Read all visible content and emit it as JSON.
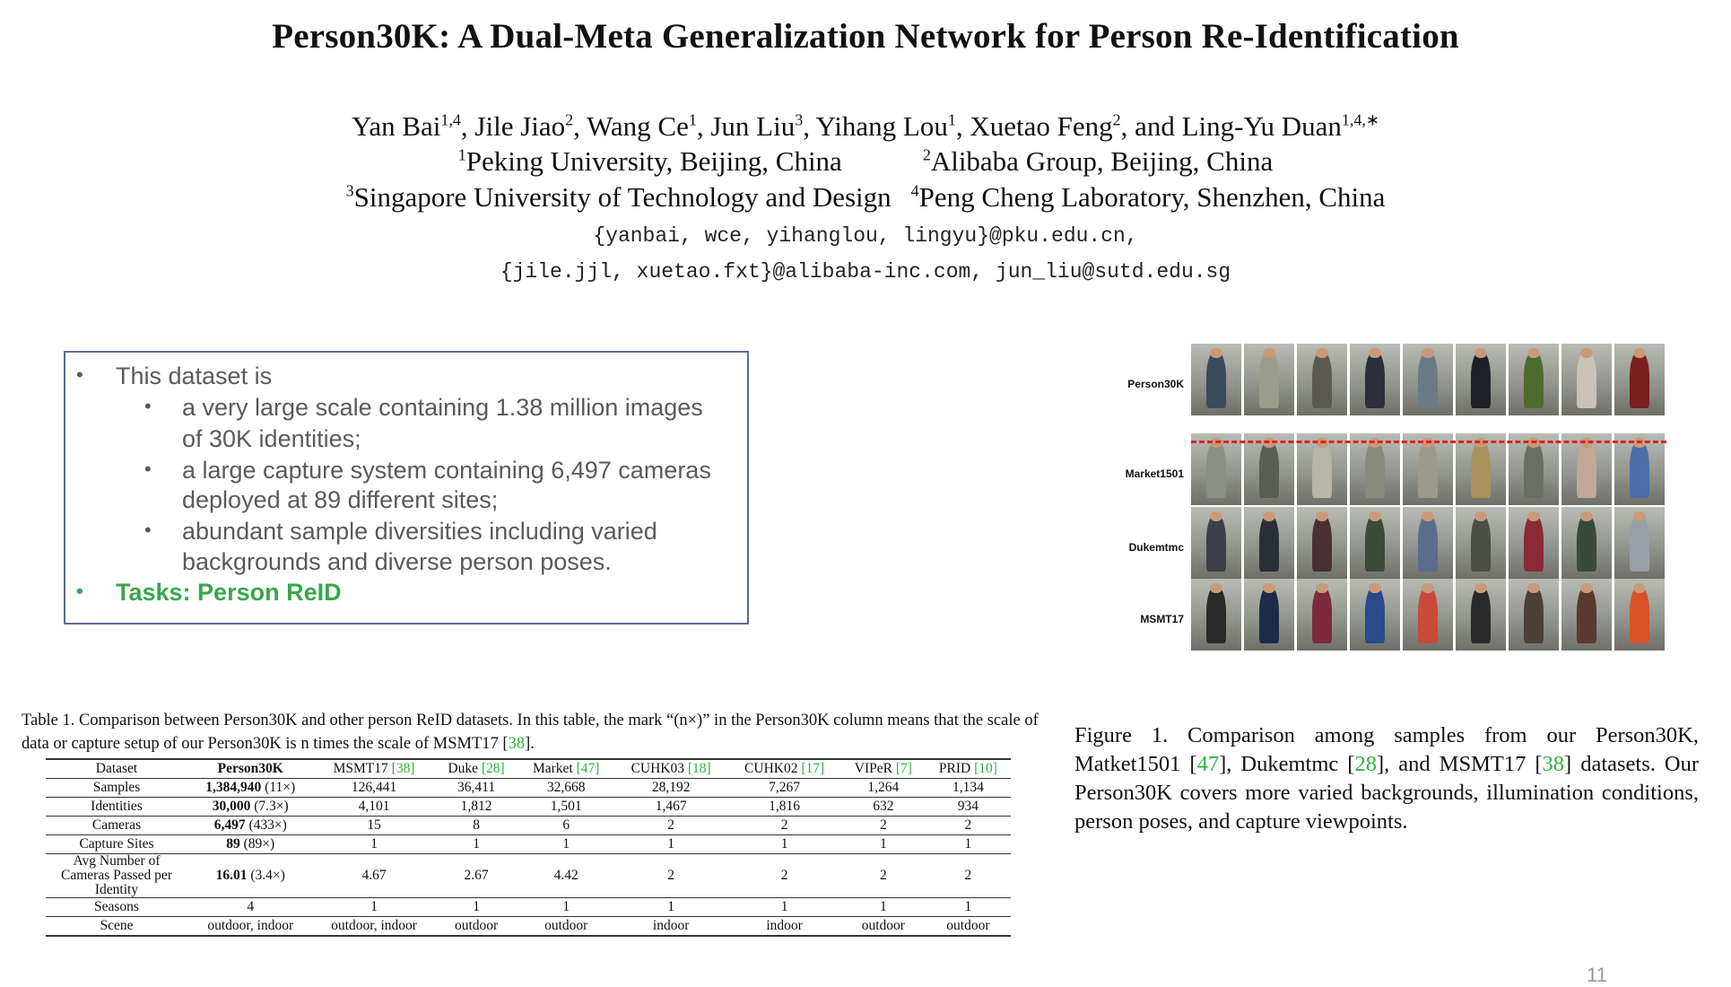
{
  "title": "Person30K: A Dual-Meta Generalization Network for Person Re-Identification",
  "authors": [
    {
      "name": "Yan Bai",
      "sup": "1,4"
    },
    {
      "name": "Jile Jiao",
      "sup": "2"
    },
    {
      "name": "Wang Ce",
      "sup": "1"
    },
    {
      "name": "Jun Liu",
      "sup": "3"
    },
    {
      "name": "Yihang Lou",
      "sup": "1"
    },
    {
      "name": "Xuetao Feng",
      "sup": "2"
    },
    {
      "name": "and Ling-Yu Duan",
      "sup": "1,4,∗"
    }
  ],
  "affiliations": {
    "a1": {
      "sup": "1",
      "text": "Peking University, Beijing, China"
    },
    "a2": {
      "sup": "2",
      "text": "Alibaba Group, Beijing, China"
    },
    "a3": {
      "sup": "3",
      "text": "Singapore University of Technology and Design"
    },
    "a4": {
      "sup": "4",
      "text": "Peng Cheng Laboratory, Shenzhen, China"
    }
  },
  "emails": {
    "line1": "{yanbai, wce, yihanglou, lingyu}@pku.edu.cn,",
    "line2": "{jile.jjl, xuetao.fxt}@alibaba-inc.com, jun_liu@sutd.edu.sg"
  },
  "bullets": {
    "intro": "This dataset is",
    "b1_line1": "a very large scale containing 1.38 million images",
    "b1_line2": "of 30K identities;",
    "b2_line1": "a large capture system containing 6,497 cameras",
    "b2_line2": "deployed at 89 different sites;",
    "b3_line1": "abundant sample diversities including varied",
    "b3_line2": "backgrounds and diverse person poses.",
    "tasks": "Tasks: Person ReID",
    "marker": "•"
  },
  "figure": {
    "rows": [
      {
        "label": "Person30K",
        "colors": [
          "#3a4a5c",
          "#9a9c8e",
          "#5a5a52",
          "#2a2f3a",
          "#6c7a86",
          "#1e2228",
          "#4e6b2e",
          "#c9c3b8",
          "#7a1e1e"
        ]
      },
      {
        "label": "Market1501",
        "colors": [
          "#8c8f88",
          "#5a5e52",
          "#b8b6a8",
          "#8a8a7c",
          "#9c9a8a",
          "#a8945a",
          "#6a6e64",
          "#c2a896",
          "#4a6ea8"
        ]
      },
      {
        "label": "Dukemtmc",
        "colors": [
          "#3c4048",
          "#2a2e36",
          "#4a3034",
          "#3c4a38",
          "#5a6e8c",
          "#4a4e44",
          "#8a2a34",
          "#3a4a3a",
          "#9aa0a8"
        ]
      },
      {
        "label": "MSMT17",
        "colors": [
          "#2a2a2a",
          "#1e2a4a",
          "#7a2a3a",
          "#2a4a8a",
          "#c84a3a",
          "#2a2a2a",
          "#4a4038",
          "#5a3a2e",
          "#d8522a"
        ]
      }
    ],
    "caption_prefix": "Figure 1. Comparison among samples from our Person30K, Matket1501 [",
    "cite1": "47",
    "caption_mid1": "], Dukemtmc [",
    "cite2": "28",
    "caption_mid2": "], and MSMT17 [",
    "cite3": "38",
    "caption_suffix": "] datasets. Our Person30K covers more varied backgrounds, illumination conditions, person poses, and capture viewpoints."
  },
  "table": {
    "caption_prefix": "Table 1. Comparison between Person30K and other person ReID datasets. In this table, the mark “(n×)” in the Person30K column means that the scale of data or capture setup of our Person30K is n times the scale of MSMT17 [",
    "caption_cite": "38",
    "caption_suffix": "].",
    "headers": [
      {
        "text": "Dataset",
        "cite": ""
      },
      {
        "text": "Person30K",
        "cite": ""
      },
      {
        "text": "MSMT17",
        "cite": "38"
      },
      {
        "text": "Duke",
        "cite": "28"
      },
      {
        "text": "Market",
        "cite": "47"
      },
      {
        "text": "CUHK03",
        "cite": "18"
      },
      {
        "text": "CUHK02",
        "cite": "17"
      },
      {
        "text": "VIPeR",
        "cite": "7"
      },
      {
        "text": "PRID",
        "cite": "10"
      }
    ],
    "rows": [
      {
        "label": "Samples",
        "p_bold": "1,384,940",
        "p_note": "(11×)",
        "vals": [
          "126,441",
          "36,411",
          "32,668",
          "28,192",
          "7,267",
          "1,264",
          "1,134"
        ]
      },
      {
        "label": "Identities",
        "p_bold": "30,000",
        "p_note": "(7.3×)",
        "vals": [
          "4,101",
          "1,812",
          "1,501",
          "1,467",
          "1,816",
          "632",
          "934"
        ]
      },
      {
        "label": "Cameras",
        "p_bold": "6,497",
        "p_note": "(433×)",
        "vals": [
          "15",
          "8",
          "6",
          "2",
          "2",
          "2",
          "2"
        ]
      },
      {
        "label": "Capture Sites",
        "p_bold": "89",
        "p_note": "(89×)",
        "vals": [
          "1",
          "1",
          "1",
          "1",
          "1",
          "1",
          "1"
        ]
      },
      {
        "label": "Avg Number of Cameras Passed per Identity",
        "p_bold": "16.01",
        "p_note": "(3.4×)",
        "vals": [
          "4.67",
          "2.67",
          "4.42",
          "2",
          "2",
          "2",
          "2"
        ]
      },
      {
        "label": "Seasons",
        "p_bold": "",
        "p_note": "4",
        "vals": [
          "1",
          "1",
          "1",
          "1",
          "1",
          "1",
          "1"
        ]
      },
      {
        "label": "Scene",
        "p_bold": "",
        "p_note": "outdoor, indoor",
        "vals": [
          "outdoor, indoor",
          "outdoor",
          "outdoor",
          "indoor",
          "indoor",
          "outdoor",
          "outdoor"
        ]
      }
    ]
  },
  "page_number": "11"
}
